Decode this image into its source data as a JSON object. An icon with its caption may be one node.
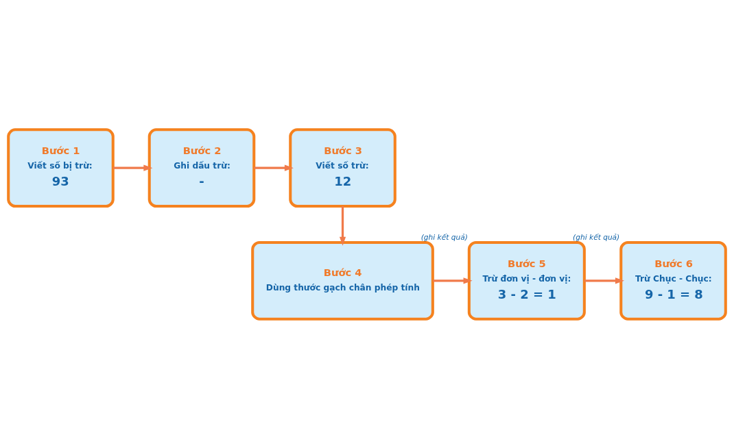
{
  "diagram": {
    "nodes": [
      {
        "text": [
          "Bước 1",
          "Viết số bị trừ:",
          "93"
        ]
      },
      {
        "text": [
          "Bước 2",
          "Ghi dấu trừ:",
          "-"
        ]
      },
      {
        "text": [
          "Bước 3",
          "Viết số trừ:",
          "12"
        ]
      },
      {
        "text": [
          "Bước 4",
          "Dùng thước gạch chân phép tính"
        ]
      },
      {
        "text": [
          "Bước 5",
          "Trừ đơn vị - đơn vị:",
          "3 - 2 = 1"
        ],
        "beside": [
          "(ghi kết quả)"
        ]
      },
      {
        "text": [
          "Bước 6",
          "Trừ Chục - Chục:",
          "9 - 1 = 8"
        ],
        "beside": [
          "(ghi kết quả)"
        ]
      }
    ],
    "edges": [
      {
        "from": 0,
        "to": 1,
        "arrow": "to"
      },
      {
        "from": 1,
        "to": 2,
        "arrow": "to"
      },
      {
        "from": 2,
        "to": 3,
        "arrow": "to"
      },
      {
        "from": 3,
        "to": 4,
        "arrow": "to"
      },
      {
        "from": 4,
        "to": 5,
        "arrow": "to"
      }
    ]
  }
}
